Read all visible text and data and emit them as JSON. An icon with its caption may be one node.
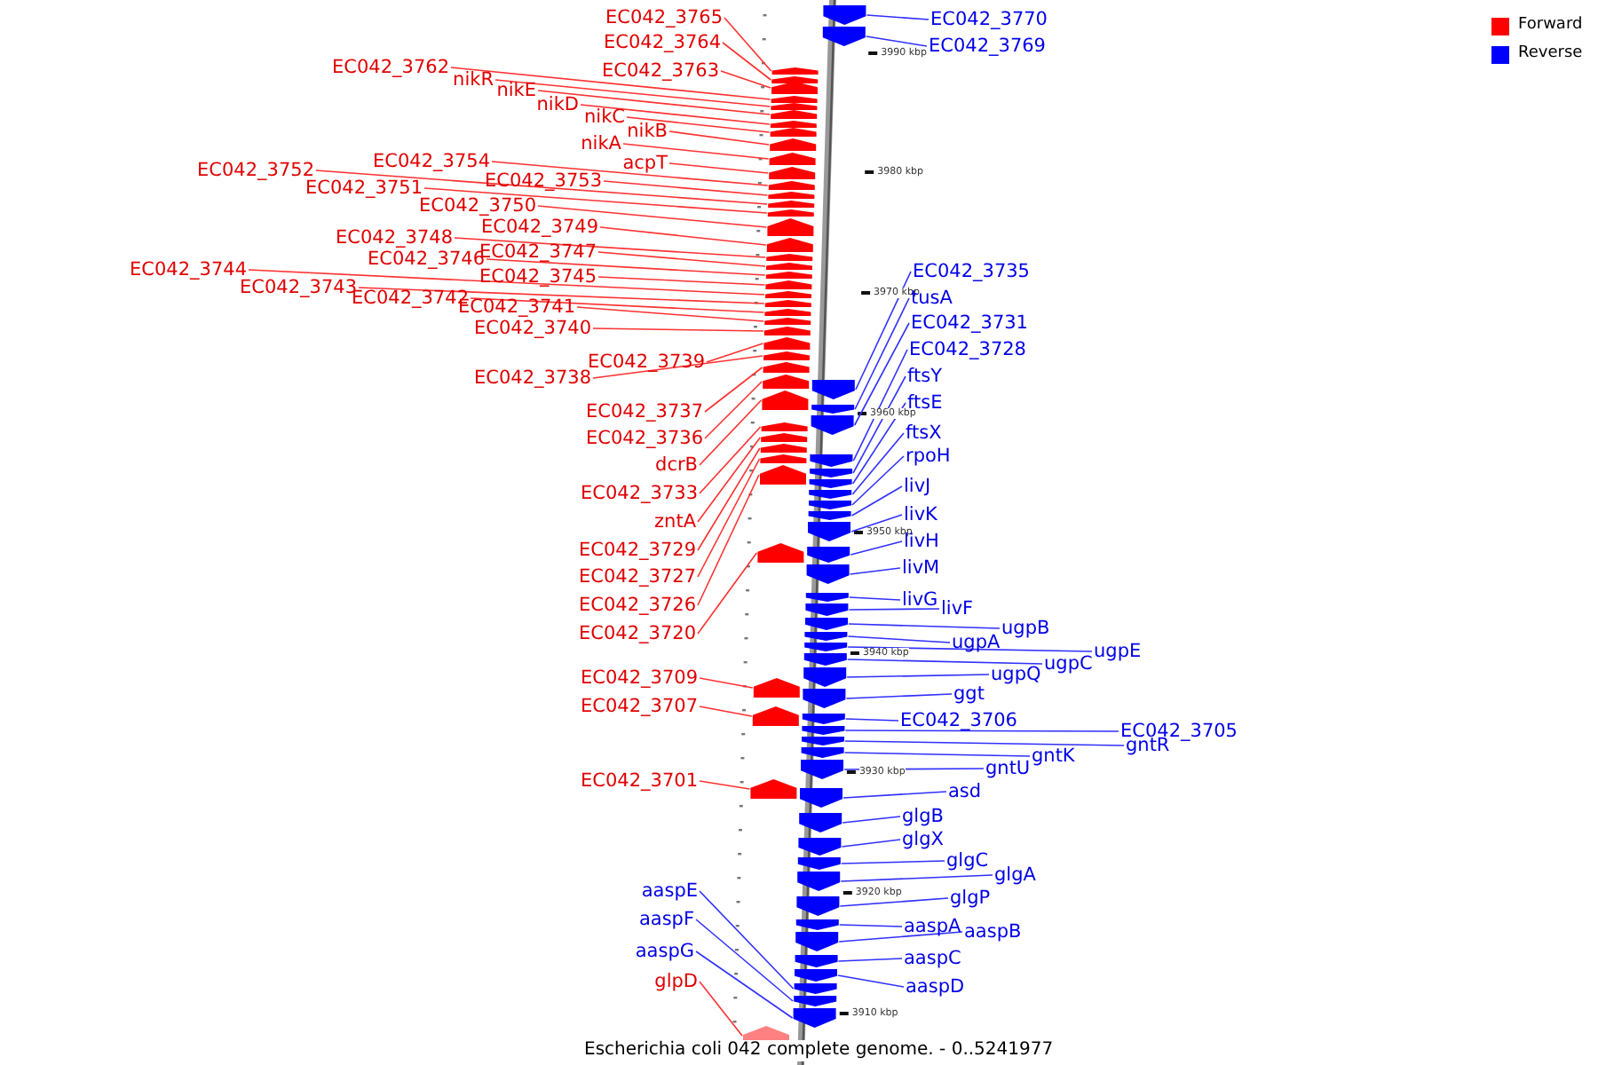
{
  "diagram": {
    "caption": "Escherichia coli 042 complete genome. - 0..5241977",
    "nodes": [
      {
        "text": [
          "EC042_3765"
        ]
      },
      {
        "text": [
          "EC042_3764"
        ]
      },
      {
        "text": [
          "EC042_3763"
        ]
      },
      {
        "text": [
          "EC042_3762"
        ]
      },
      {
        "text": [
          "nikR"
        ]
      },
      {
        "text": [
          "nikE"
        ]
      },
      {
        "text": [
          "nikD"
        ]
      },
      {
        "text": [
          "nikC"
        ]
      },
      {
        "text": [
          "nikB"
        ]
      },
      {
        "text": [
          "nikA"
        ]
      },
      {
        "text": [
          "acpT"
        ]
      },
      {
        "text": [
          "EC042_3754"
        ]
      },
      {
        "text": [
          "EC042_3753"
        ]
      },
      {
        "text": [
          "EC042_3752"
        ]
      },
      {
        "text": [
          "EC042_3751"
        ]
      },
      {
        "text": [
          "EC042_3750"
        ]
      },
      {
        "text": [
          "EC042_3749"
        ]
      },
      {
        "text": [
          "EC042_3748"
        ]
      },
      {
        "text": [
          "EC042_3747"
        ]
      },
      {
        "text": [
          "EC042_3746"
        ]
      },
      {
        "text": [
          "EC042_3745"
        ]
      },
      {
        "text": [
          "EC042_3744"
        ]
      },
      {
        "text": [
          "EC042_3743"
        ]
      },
      {
        "text": [
          "EC042_3742"
        ]
      },
      {
        "text": [
          "EC042_3741"
        ]
      },
      {
        "text": [
          "EC042_3740"
        ]
      },
      {
        "text": [
          "EC042_3739"
        ]
      },
      {
        "text": [
          "EC042_3738"
        ]
      },
      {
        "text": [
          "EC042_3737"
        ]
      },
      {
        "text": [
          "EC042_3736"
        ]
      },
      {
        "text": [
          "dcrB"
        ]
      },
      {
        "text": [
          "EC042_3733"
        ]
      },
      {
        "text": [
          "zntA"
        ]
      },
      {
        "text": [
          "EC042_3729"
        ]
      },
      {
        "text": [
          "EC042_3727"
        ]
      },
      {
        "text": [
          "EC042_3726"
        ]
      },
      {
        "text": [
          "EC042_3720"
        ]
      },
      {
        "text": [
          "EC042_3709"
        ]
      },
      {
        "text": [
          "EC042_3707"
        ]
      },
      {
        "text": [
          "EC042_3701"
        ]
      },
      {
        "text": [
          "aaspE"
        ]
      },
      {
        "text": [
          "aaspF"
        ]
      },
      {
        "text": [
          "aaspG"
        ]
      },
      {
        "text": [
          "glpD"
        ]
      },
      {
        "text": [
          "EC042_3770"
        ]
      },
      {
        "text": [
          "EC042_3769"
        ]
      },
      {
        "text": [
          "EC042_3735"
        ]
      },
      {
        "text": [
          "tusA"
        ]
      },
      {
        "text": [
          "EC042_3731"
        ]
      },
      {
        "text": [
          "EC042_3728"
        ]
      },
      {
        "text": [
          "ftsY"
        ]
      },
      {
        "text": [
          "ftsE"
        ]
      },
      {
        "text": [
          "ftsX"
        ]
      },
      {
        "text": [
          "rpoH"
        ]
      },
      {
        "text": [
          "livJ"
        ]
      },
      {
        "text": [
          "livK"
        ]
      },
      {
        "text": [
          "livH"
        ]
      },
      {
        "text": [
          "livM"
        ]
      },
      {
        "text": [
          "livG"
        ]
      },
      {
        "text": [
          "livF"
        ]
      },
      {
        "text": [
          "ugpB"
        ]
      },
      {
        "text": [
          "ugpA"
        ]
      },
      {
        "text": [
          "ugpE"
        ]
      },
      {
        "text": [
          "ugpC"
        ]
      },
      {
        "text": [
          "ugpQ"
        ]
      },
      {
        "text": [
          "ggt"
        ]
      },
      {
        "text": [
          "EC042_3706"
        ]
      },
      {
        "text": [
          "EC042_3705"
        ]
      },
      {
        "text": [
          "gntR"
        ]
      },
      {
        "text": [
          "gntK"
        ]
      },
      {
        "text": [
          "gntU"
        ]
      },
      {
        "text": [
          "asd"
        ]
      },
      {
        "text": [
          "glgB"
        ]
      },
      {
        "text": [
          "glgX"
        ]
      },
      {
        "text": [
          "glgC"
        ]
      },
      {
        "text": [
          "glgA"
        ]
      },
      {
        "text": [
          "glgP"
        ]
      },
      {
        "text": [
          "aaspA"
        ]
      },
      {
        "text": [
          "aaspB"
        ]
      },
      {
        "text": [
          "aaspC"
        ]
      },
      {
        "text": [
          "aaspD"
        ]
      },
      {
        "text": [],
        "shape": "arrow"
      },
      {
        "text": [],
        "shape": "arrow"
      },
      {
        "text": [],
        "shape": "arrow"
      },
      {
        "text": [],
        "shape": "arrow"
      },
      {
        "text": [],
        "shape": "arrow"
      },
      {
        "text": [],
        "shape": "arrow"
      },
      {
        "text": [],
        "shape": "arrow"
      },
      {
        "text": [],
        "shape": "arrow"
      },
      {
        "text": [],
        "shape": "arrow"
      },
      {
        "text": [],
        "shape": "arrow"
      },
      {
        "text": [],
        "shape": "arrow"
      },
      {
        "text": [],
        "shape": "arrow"
      },
      {
        "text": [],
        "shape": "arrow"
      },
      {
        "text": [],
        "shape": "arrow"
      },
      {
        "text": [],
        "shape": "arrow"
      },
      {
        "text": [],
        "shape": "arrow"
      },
      {
        "text": [],
        "shape": "arrow"
      },
      {
        "text": [],
        "shape": "arrow"
      },
      {
        "text": [],
        "shape": "arrow"
      },
      {
        "text": [],
        "shape": "arrow"
      },
      {
        "text": [],
        "shape": "arrow"
      },
      {
        "text": [],
        "shape": "arrow"
      },
      {
        "text": [],
        "shape": "arrow"
      },
      {
        "text": [],
        "shape": "arrow"
      },
      {
        "text": [],
        "shape": "arrow"
      },
      {
        "text": [],
        "shape": "arrow"
      },
      {
        "text": [],
        "shape": "arrow"
      },
      {
        "text": [],
        "shape": "arrow"
      },
      {
        "text": [],
        "shape": "arrow"
      },
      {
        "text": [],
        "shape": "arrow"
      },
      {
        "text": [],
        "shape": "arrow"
      },
      {
        "text": [],
        "shape": "arrow"
      },
      {
        "text": [],
        "shape": "arrow"
      },
      {
        "text": [],
        "shape": "arrow"
      },
      {
        "text": [],
        "shape": "arrow"
      },
      {
        "text": [],
        "shape": "arrow"
      },
      {
        "text": [],
        "shape": "arrow"
      },
      {
        "text": [],
        "shape": "arrow"
      },
      {
        "text": [],
        "shape": "arrow"
      },
      {
        "text": [],
        "shape": "arrow"
      },
      {
        "text": [],
        "shape": "arrow"
      },
      {
        "text": [],
        "shape": "arrow"
      },
      {
        "text": [],
        "shape": "arrow"
      },
      {
        "text": [],
        "shape": "arrow"
      },
      {
        "text": [],
        "shape": "arrow"
      },
      {
        "text": [],
        "shape": "arrow"
      },
      {
        "text": [],
        "shape": "arrow"
      },
      {
        "text": [],
        "shape": "arrow"
      },
      {
        "text": [],
        "shape": "arrow"
      },
      {
        "text": [],
        "shape": "arrow"
      },
      {
        "text": [],
        "shape": "arrow"
      },
      {
        "text": [],
        "shape": "arrow"
      },
      {
        "text": [],
        "shape": "arrow"
      },
      {
        "text": [],
        "shape": "arrow"
      },
      {
        "text": [],
        "shape": "arrow"
      },
      {
        "text": [],
        "shape": "arrow"
      },
      {
        "text": [],
        "shape": "arrow"
      },
      {
        "text": [],
        "shape": "arrow"
      },
      {
        "text": [],
        "shape": "arrow"
      },
      {
        "text": [],
        "shape": "arrow"
      },
      {
        "text": [],
        "shape": "arrow"
      },
      {
        "text": [],
        "shape": "arrow"
      },
      {
        "text": [],
        "shape": "arrow"
      },
      {
        "text": [],
        "shape": "arrow"
      },
      {
        "text": [],
        "shape": "arrow"
      },
      {
        "text": [],
        "shape": "arrow"
      },
      {
        "text": [],
        "shape": "arrow"
      },
      {
        "text": [],
        "shape": "arrow"
      },
      {
        "text": [],
        "shape": "arrow"
      },
      {
        "text": [],
        "shape": "arrow"
      },
      {
        "text": [],
        "shape": "arrow"
      },
      {
        "text": [],
        "shape": "arrow"
      },
      {
        "text": [],
        "shape": "arrow"
      },
      {
        "text": [],
        "shape": "arrow"
      },
      {
        "text": [],
        "shape": "arrow"
      },
      {
        "text": [],
        "shape": "arrow"
      },
      {
        "text": [],
        "shape": "arrow"
      },
      {
        "text": [],
        "shape": "arrow"
      },
      {
        "text": [],
        "shape": "arrow"
      },
      {
        "text": [],
        "shape": "arrow"
      },
      {
        "text": [],
        "shape": "arrow"
      }
    ],
    "edges": [
      {
        "from": 0,
        "to": 81,
        "arrow": "none"
      },
      {
        "from": 1,
        "to": 82,
        "arrow": "none"
      },
      {
        "from": 2,
        "to": 83,
        "arrow": "none"
      },
      {
        "from": 3,
        "to": 84,
        "arrow": "none"
      },
      {
        "from": 4,
        "to": 85,
        "arrow": "none"
      },
      {
        "from": 5,
        "to": 86,
        "arrow": "none"
      },
      {
        "from": 6,
        "to": 87,
        "arrow": "none"
      },
      {
        "from": 7,
        "to": 88,
        "arrow": "none"
      },
      {
        "from": 8,
        "to": 89,
        "arrow": "none"
      },
      {
        "from": 9,
        "to": 90,
        "arrow": "none"
      },
      {
        "from": 10,
        "to": 91,
        "arrow": "none"
      },
      {
        "from": 11,
        "to": 92,
        "arrow": "none"
      },
      {
        "from": 12,
        "to": 93,
        "arrow": "none"
      },
      {
        "from": 13,
        "to": 94,
        "arrow": "none"
      },
      {
        "from": 14,
        "to": 95,
        "arrow": "none"
      },
      {
        "from": 15,
        "to": 96,
        "arrow": "none"
      },
      {
        "from": 16,
        "to": 97,
        "arrow": "none"
      },
      {
        "from": 17,
        "to": 98,
        "arrow": "none"
      },
      {
        "from": 18,
        "to": 99,
        "arrow": "none"
      },
      {
        "from": 19,
        "to": 100,
        "arrow": "none"
      },
      {
        "from": 20,
        "to": 101,
        "arrow": "none"
      },
      {
        "from": 21,
        "to": 102,
        "arrow": "none"
      },
      {
        "from": 22,
        "to": 103,
        "arrow": "none"
      },
      {
        "from": 23,
        "to": 104,
        "arrow": "none"
      },
      {
        "from": 24,
        "to": 105,
        "arrow": "none"
      },
      {
        "from": 25,
        "to": 106,
        "arrow": "none"
      },
      {
        "from": 26,
        "to": 107,
        "arrow": "none"
      },
      {
        "from": 27,
        "to": 108,
        "arrow": "none"
      },
      {
        "from": 28,
        "to": 109,
        "arrow": "none"
      },
      {
        "from": 29,
        "to": 110,
        "arrow": "none"
      },
      {
        "from": 30,
        "to": 111,
        "arrow": "none"
      },
      {
        "from": 31,
        "to": 112,
        "arrow": "none"
      },
      {
        "from": 32,
        "to": 113,
        "arrow": "none"
      },
      {
        "from": 33,
        "to": 114,
        "arrow": "none"
      },
      {
        "from": 34,
        "to": 115,
        "arrow": "none"
      },
      {
        "from": 35,
        "to": 116,
        "arrow": "none"
      },
      {
        "from": 36,
        "to": 117,
        "arrow": "none"
      },
      {
        "from": 37,
        "to": 118,
        "arrow": "none"
      },
      {
        "from": 38,
        "to": 119,
        "arrow": "none"
      },
      {
        "from": 39,
        "to": 120,
        "arrow": "none"
      },
      {
        "from": 40,
        "to": 121,
        "arrow": "none",
        "color": "#3030ff"
      },
      {
        "from": 41,
        "to": 122,
        "arrow": "none",
        "color": "#3030ff"
      },
      {
        "from": 42,
        "to": 123,
        "arrow": "none",
        "color": "#3030ff"
      },
      {
        "from": 43,
        "to": 124,
        "arrow": "none"
      },
      {
        "from": 44,
        "to": 125,
        "arrow": "none",
        "color": "#3030ff"
      },
      {
        "from": 45,
        "to": 126,
        "arrow": "none",
        "color": "#3030ff"
      },
      {
        "from": 46,
        "to": 127,
        "arrow": "none",
        "color": "#3030ff"
      },
      {
        "from": 47,
        "to": 128,
        "arrow": "none",
        "color": "#3030ff"
      },
      {
        "from": 48,
        "to": 129,
        "arrow": "none",
        "color": "#3030ff"
      },
      {
        "from": 49,
        "to": 130,
        "arrow": "none",
        "color": "#3030ff"
      },
      {
        "from": 50,
        "to": 131,
        "arrow": "none",
        "color": "#3030ff"
      },
      {
        "from": 51,
        "to": 132,
        "arrow": "none",
        "color": "#3030ff"
      },
      {
        "from": 52,
        "to": 133,
        "arrow": "none",
        "color": "#3030ff"
      },
      {
        "from": 53,
        "to": 134,
        "arrow": "none",
        "color": "#3030ff"
      },
      {
        "from": 54,
        "to": 135,
        "arrow": "none",
        "color": "#3030ff"
      },
      {
        "from": 55,
        "to": 136,
        "arrow": "none",
        "color": "#3030ff"
      },
      {
        "from": 56,
        "to": 137,
        "arrow": "none",
        "color": "#3030ff"
      },
      {
        "from": 57,
        "to": 138,
        "arrow": "none",
        "color": "#3030ff"
      },
      {
        "from": 58,
        "to": 139,
        "arrow": "none",
        "color": "#3030ff"
      },
      {
        "from": 59,
        "to": 140,
        "arrow": "none",
        "color": "#3030ff"
      },
      {
        "from": 60,
        "to": 141,
        "arrow": "none",
        "color": "#3030ff"
      },
      {
        "from": 61,
        "to": 142,
        "arrow": "none",
        "color": "#3030ff"
      },
      {
        "from": 62,
        "to": 143,
        "arrow": "none",
        "color": "#3030ff"
      },
      {
        "from": 63,
        "to": 144,
        "arrow": "none",
        "color": "#3030ff"
      },
      {
        "from": 64,
        "to": 145,
        "arrow": "none",
        "color": "#3030ff"
      },
      {
        "from": 65,
        "to": 146,
        "arrow": "none",
        "color": "#3030ff"
      },
      {
        "from": 66,
        "to": 147,
        "arrow": "none",
        "color": "#3030ff"
      },
      {
        "from": 67,
        "to": 148,
        "arrow": "none",
        "color": "#3030ff"
      },
      {
        "from": 68,
        "to": 149,
        "arrow": "none",
        "color": "#3030ff"
      },
      {
        "from": 69,
        "to": 150,
        "arrow": "none",
        "color": "#3030ff"
      },
      {
        "from": 70,
        "to": 151,
        "arrow": "none",
        "color": "#3030ff"
      },
      {
        "from": 71,
        "to": 152,
        "arrow": "none",
        "color": "#3030ff"
      },
      {
        "from": 72,
        "to": 153,
        "arrow": "none",
        "color": "#3030ff"
      },
      {
        "from": 73,
        "to": 154,
        "arrow": "none",
        "color": "#3030ff"
      },
      {
        "from": 74,
        "to": 155,
        "arrow": "none",
        "color": "#3030ff"
      },
      {
        "from": 75,
        "to": 156,
        "arrow": "none",
        "color": "#3030ff"
      },
      {
        "from": 76,
        "to": 157,
        "arrow": "none",
        "color": "#3030ff"
      },
      {
        "from": 77,
        "to": 158,
        "arrow": "none",
        "color": "#3030ff"
      },
      {
        "from": 78,
        "to": 159,
        "arrow": "none",
        "color": "#3030ff"
      },
      {
        "from": 79,
        "to": 160,
        "arrow": "none",
        "color": "#3030ff"
      },
      {
        "from": 80,
        "to": 161,
        "arrow": "none",
        "color": "#3030ff"
      }
    ],
    "labels": [
      "3990 kbp",
      "3980 kbp",
      "3970 kbp",
      "3960 kbp",
      "3950 kbp",
      "3940 kbp",
      "3930 kbp",
      "3920 kbp",
      "3910 kbp"
    ],
    "legend": [
      {
        "text": "Forward",
        "color": "#ff0000"
      },
      {
        "text": "Reverse",
        "color": "#0000ff"
      }
    ]
  }
}
